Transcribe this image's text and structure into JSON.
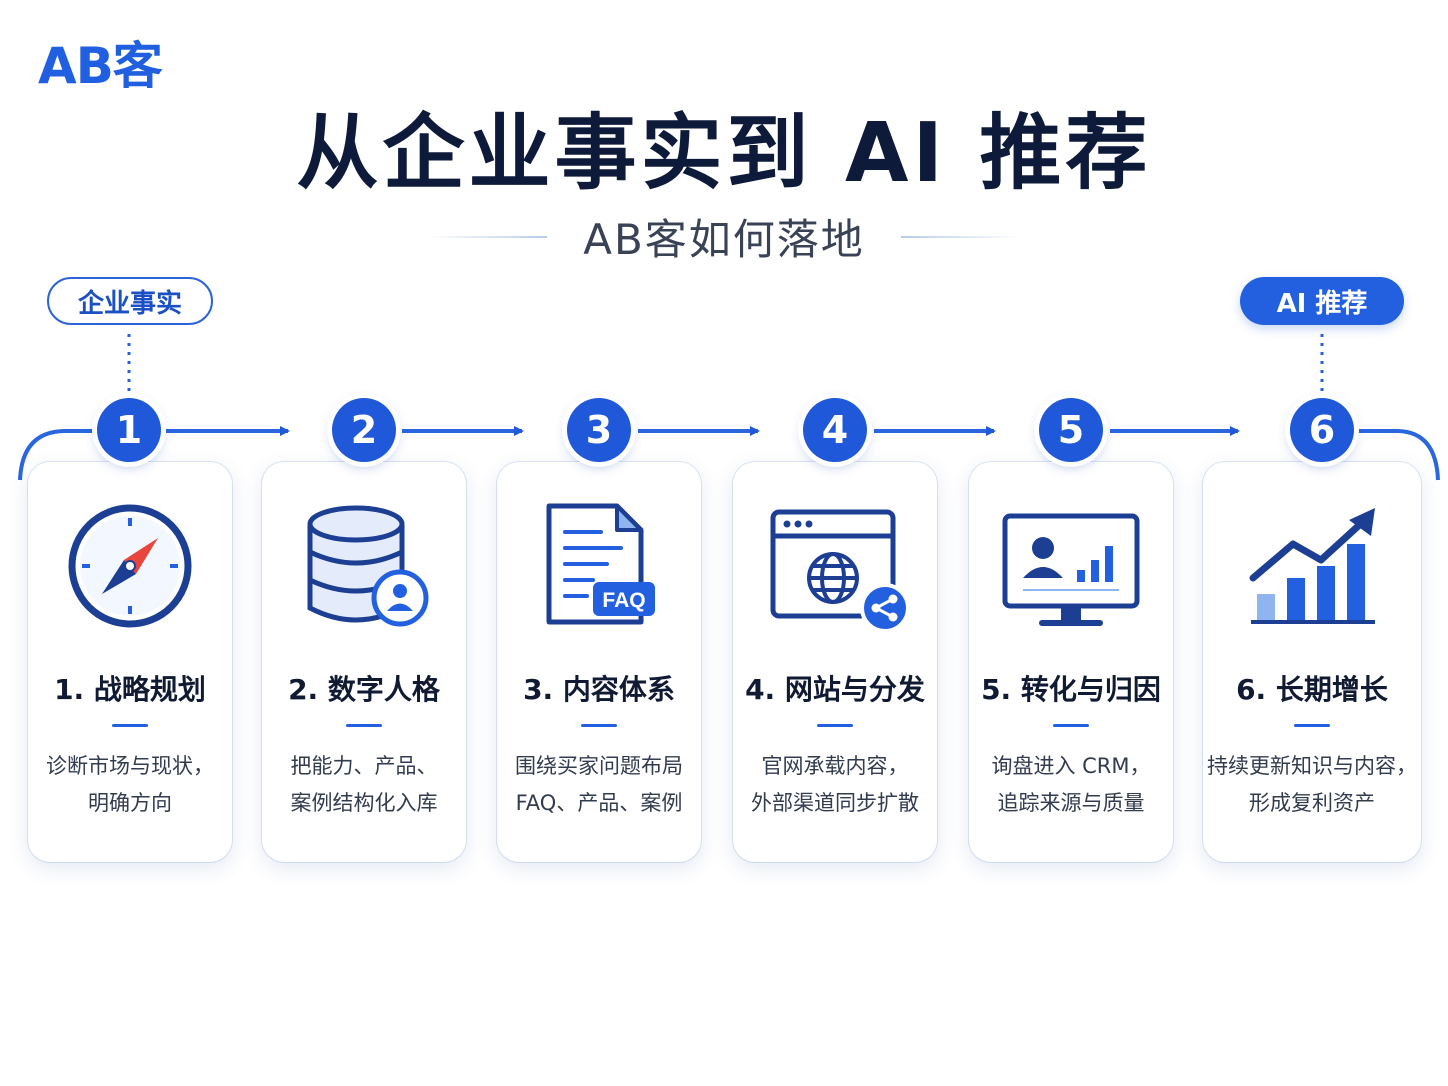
{
  "logo": "AB客",
  "title": "从企业事实到 AI 推荐",
  "subtitle": "AB客如何落地",
  "start_tag": "企业事实",
  "end_tag": "AI 推荐",
  "steps": [
    {
      "number": "1",
      "title": "1. 战略规划",
      "desc1": "诊断市场与现状，",
      "desc2": "明确方向",
      "icon": "compass-icon"
    },
    {
      "number": "2",
      "title": "2. 数字人格",
      "desc1": "把能力、产品、",
      "desc2": "案例结构化入库",
      "icon": "database-user-icon"
    },
    {
      "number": "3",
      "title": "3. 内容体系",
      "desc1": "围绕买家问题布局",
      "desc2": "FAQ、产品、案例",
      "icon": "faq-document-icon",
      "icon_label": "FAQ"
    },
    {
      "number": "4",
      "title": "4. 网站与分发",
      "desc1": "官网承载内容，",
      "desc2": "外部渠道同步扩散",
      "icon": "globe-share-icon"
    },
    {
      "number": "5",
      "title": "5. 转化与归因",
      "desc1": "询盘进入 CRM，",
      "desc2": "追踪来源与质量",
      "icon": "monitor-analytics-icon"
    },
    {
      "number": "6",
      "title": "6. 长期增长",
      "desc1": "持续更新知识与内容，",
      "desc2": "形成复利资产",
      "icon": "growth-chart-icon"
    }
  ],
  "colors": {
    "primary": "#1f58d8",
    "dark": "#0e1a3a",
    "accent_red": "#e8453c",
    "light_blue": "#8fb4f0"
  }
}
